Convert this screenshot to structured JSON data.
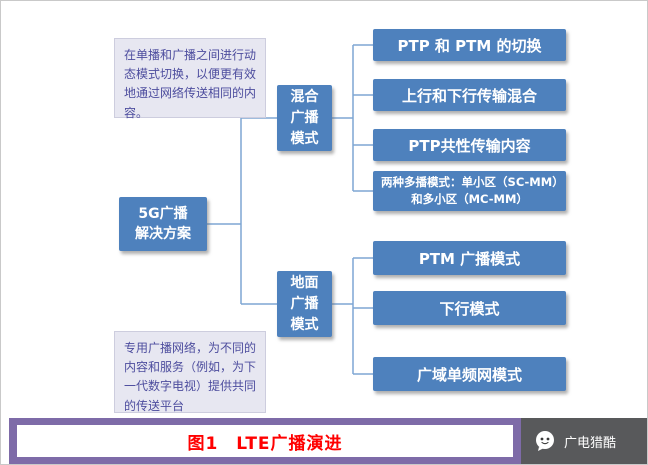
{
  "diagram": {
    "root": {
      "label": "5G广播\n解决方案"
    },
    "branches": [
      {
        "label": "混合\n广播\n模式",
        "leaves": [
          "PTP 和 PTM 的切换",
          "上行和下行传输混合",
          "PTP共性传输内容",
          "两种多播模式：单小区（SC-MM）和多小区（MC-MM）"
        ]
      },
      {
        "label": "地面\n广播\n模式",
        "leaves": [
          "PTM 广播模式",
          "下行模式",
          "广域单频网模式"
        ]
      }
    ],
    "notes": [
      "在单播和广播之间进行动态模式切换，以便更有效地通过网络传送相同的内容。",
      "专用广播网络，为不同的内容和服务（例如，为下一代数字电视）提供共同的传送平台"
    ]
  },
  "footer": {
    "caption": "图1　LTE广播演进",
    "brand": "广电猎酷"
  },
  "colors": {
    "node_blue": "#4E81BD",
    "connector_blue": "#7EA6D4",
    "note_bg": "#E7E7F1",
    "note_text": "#4D4D9E",
    "caption_red": "#FF0000",
    "footer_purple": "#7E6BA8",
    "footer_gray": "#58595B"
  }
}
